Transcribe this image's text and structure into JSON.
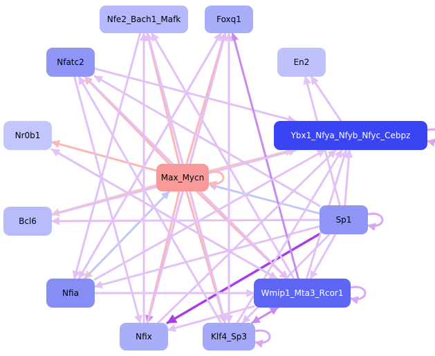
{
  "diagram": {
    "type": "gene-regulatory-network",
    "nodes": [
      {
        "id": "Nfe2_Bach1_Mafk",
        "label": "Nfe2_Bach1_Mafk",
        "fill": "#b5b8fa",
        "text": "#000000",
        "self_loop": false
      },
      {
        "id": "Foxq1",
        "label": "Foxq1",
        "fill": "#a9aef9",
        "text": "#000000",
        "self_loop": false
      },
      {
        "id": "Nfatc2",
        "label": "Nfatc2",
        "fill": "#8f96f6",
        "text": "#000000",
        "self_loop": false
      },
      {
        "id": "En2",
        "label": "En2",
        "fill": "#c0c3fb",
        "text": "#000000",
        "self_loop": false
      },
      {
        "id": "Nr0b1",
        "label": "Nr0b1",
        "fill": "#c3c6fb",
        "text": "#000000",
        "self_loop": false
      },
      {
        "id": "Ybx1_Nfya_Nfyb_Nfyc_Cebpz",
        "label": "Ybx1_Nfya_Nfyb_Nfyc_Cebpz",
        "fill": "#3a44f2",
        "text": "#ffffff",
        "self_loop": true
      },
      {
        "id": "Max_Mycn",
        "label": "Max_Mycn",
        "fill": "#f89a9a",
        "text": "#000000",
        "self_loop": true
      },
      {
        "id": "Bcl6",
        "label": "Bcl6",
        "fill": "#b9bcfa",
        "text": "#000000",
        "self_loop": false
      },
      {
        "id": "Sp1",
        "label": "Sp1",
        "fill": "#8f96f6",
        "text": "#000000",
        "self_loop": true
      },
      {
        "id": "Nfia",
        "label": "Nfia",
        "fill": "#868ef6",
        "text": "#000000",
        "self_loop": false
      },
      {
        "id": "Wmip1_Mta3_Rcor1",
        "label": "Wmip1_Mta3_Rcor1",
        "fill": "#5d66f4",
        "text": "#ffffff",
        "self_loop": true
      },
      {
        "id": "Nfix",
        "label": "Nfix",
        "fill": "#a9aef9",
        "text": "#000000",
        "self_loop": false
      },
      {
        "id": "Klf4_Sp3",
        "label": "Klf4_Sp3",
        "fill": "#a3a8f8",
        "text": "#000000",
        "self_loop": true
      }
    ],
    "edges": [
      {
        "from": "Max_Mycn",
        "to": "Nfe2_Bach1_Mafk",
        "color": "#fbb6b6"
      },
      {
        "from": "Max_Mycn",
        "to": "Foxq1",
        "color": "#fbb6b6"
      },
      {
        "from": "Max_Mycn",
        "to": "Nfatc2",
        "color": "#fbb6b6"
      },
      {
        "from": "Max_Mycn",
        "to": "Nr0b1",
        "color": "#fbb6b6"
      },
      {
        "from": "Max_Mycn",
        "to": "Bcl6",
        "color": "#fbc4c4"
      },
      {
        "from": "Max_Mycn",
        "to": "Ybx1_Nfya_Nfyb_Nfyc_Cebpz",
        "color": "#fbc4c4"
      },
      {
        "from": "Max_Mycn",
        "to": "Nfia",
        "color": "#fbc4c4"
      },
      {
        "from": "Max_Mycn",
        "to": "Nfix",
        "color": "#fbb6b6"
      },
      {
        "from": "Max_Mycn",
        "to": "Klf4_Sp3",
        "color": "#fbb6b6"
      },
      {
        "from": "Max_Mycn",
        "to": "Wmip1_Mta3_Rcor1",
        "color": "#fbb6b6"
      },
      {
        "from": "Sp1",
        "to": "Max_Mycn",
        "color": "#c0c8f8"
      },
      {
        "from": "Nfia",
        "to": "Max_Mycn",
        "color": "#c0c8f8"
      },
      {
        "from": "Sp1",
        "to": "Nfix",
        "color": "#a93be8"
      },
      {
        "from": "Sp1",
        "to": "Ybx1_Nfya_Nfyb_Nfyc_Cebpz",
        "color": "#e2c2f6"
      },
      {
        "from": "Sp1",
        "to": "Wmip1_Mta3_Rcor1",
        "color": "#e2c2f6"
      },
      {
        "from": "Sp1",
        "to": "Klf4_Sp3",
        "color": "#e2c2f6"
      },
      {
        "from": "Sp1",
        "to": "Nfia",
        "color": "#e2c2f6"
      },
      {
        "from": "Sp1",
        "to": "Bcl6",
        "color": "#e2c2f6"
      },
      {
        "from": "Sp1",
        "to": "Nfatc2",
        "color": "#e2c2f6"
      },
      {
        "from": "Nfatc2",
        "to": "Ybx1_Nfya_Nfyb_Nfyc_Cebpz",
        "color": "#e2c2f6"
      },
      {
        "from": "Nfatc2",
        "to": "Wmip1_Mta3_Rcor1",
        "color": "#e2c2f6"
      },
      {
        "from": "Foxq1",
        "to": "Nfix",
        "color": "#c98af0"
      },
      {
        "from": "Foxq1",
        "to": "Nfia",
        "color": "#e2c2f6"
      },
      {
        "from": "Foxq1",
        "to": "Klf4_Sp3",
        "color": "#e2c2f6"
      },
      {
        "from": "Wmip1_Mta3_Rcor1",
        "to": "Foxq1",
        "color": "#c98af0"
      },
      {
        "from": "Wmip1_Mta3_Rcor1",
        "to": "Nfe2_Bach1_Mafk",
        "color": "#e2c2f6"
      },
      {
        "from": "Wmip1_Mta3_Rcor1",
        "to": "Nr0b1",
        "color": "#e2c2f6"
      },
      {
        "from": "Wmip1_Mta3_Rcor1",
        "to": "Ybx1_Nfya_Nfyb_Nfyc_Cebpz",
        "color": "#e2c2f6"
      },
      {
        "from": "Wmip1_Mta3_Rcor1",
        "to": "Klf4_Sp3",
        "color": "#c98af0"
      },
      {
        "from": "Wmip1_Mta3_Rcor1",
        "to": "Nfix",
        "color": "#e2c2f6"
      },
      {
        "from": "Klf4_Sp3",
        "to": "Ybx1_Nfya_Nfyb_Nfyc_Cebpz",
        "color": "#e2c2f6"
      },
      {
        "from": "Klf4_Sp3",
        "to": "Foxq1",
        "color": "#e2c2f6"
      },
      {
        "from": "Klf4_Sp3",
        "to": "Nfe2_Bach1_Mafk",
        "color": "#e2c2f6"
      },
      {
        "from": "Klf4_Sp3",
        "to": "Wmip1_Mta3_Rcor1",
        "color": "#c98af0"
      },
      {
        "from": "Nfix",
        "to": "Nfe2_Bach1_Mafk",
        "color": "#e2c2f6"
      },
      {
        "from": "Nfix",
        "to": "Ybx1_Nfya_Nfyb_Nfyc_Cebpz",
        "color": "#e2c2f6"
      },
      {
        "from": "Nfix",
        "to": "Foxq1",
        "color": "#e2c2f6"
      },
      {
        "from": "Nfia",
        "to": "Ybx1_Nfya_Nfyb_Nfyc_Cebpz",
        "color": "#e2c2f6"
      },
      {
        "from": "Nfia",
        "to": "Wmip1_Mta3_Rcor1",
        "color": "#e2c2f6"
      },
      {
        "from": "Nfia",
        "to": "Foxq1",
        "color": "#e2c2f6"
      },
      {
        "from": "Bcl6",
        "to": "Ybx1_Nfya_Nfyb_Nfyc_Cebpz",
        "color": "#e2c2f6"
      },
      {
        "from": "Ybx1_Nfya_Nfyb_Nfyc_Cebpz",
        "to": "En2",
        "color": "#e2c2f6"
      },
      {
        "from": "Sp1",
        "to": "En2",
        "color": "#e2c2f6"
      },
      {
        "from": "Nfe2_Bach1_Mafk",
        "to": "Nfia",
        "color": "#e2c2f6"
      },
      {
        "from": "Nfe2_Bach1_Mafk",
        "to": "Klf4_Sp3",
        "color": "#e2c2f6"
      },
      {
        "from": "Nfatc2",
        "to": "Nfix",
        "color": "#e2c2f6"
      },
      {
        "from": "Nr0b1",
        "to": "Wmip1_Mta3_Rcor1",
        "color": "#e2c2f6"
      },
      {
        "from": "Klf4_Sp3",
        "to": "Nfatc2",
        "color": "#e2c2f6"
      }
    ]
  }
}
